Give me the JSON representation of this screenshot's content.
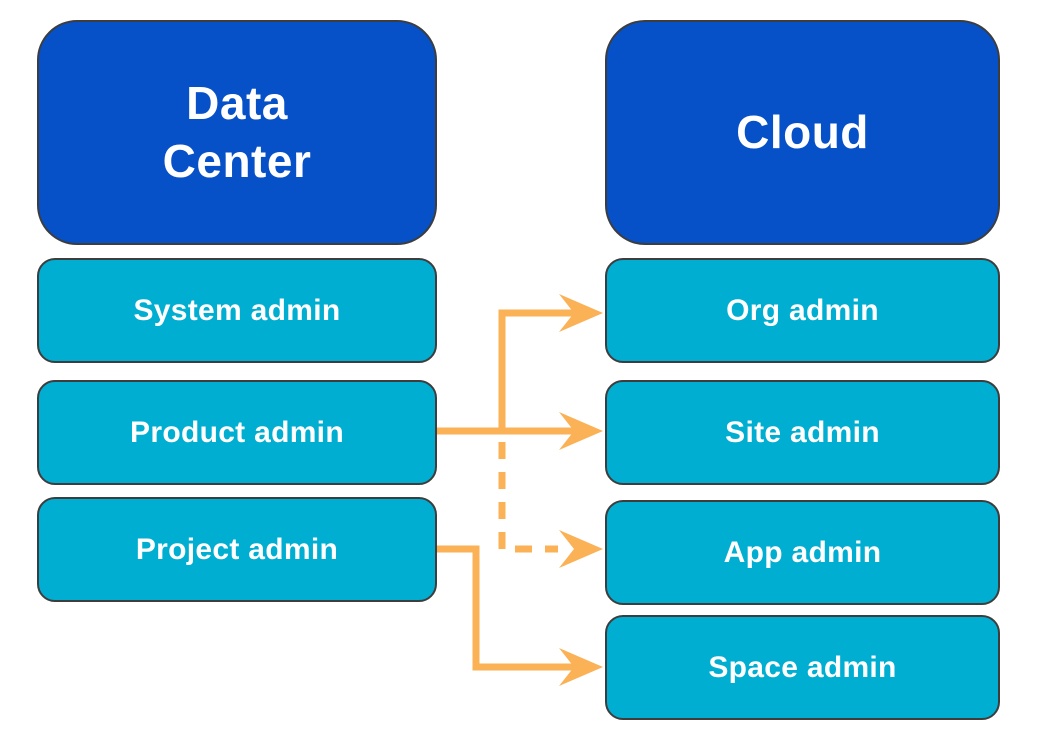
{
  "columns": {
    "datacenter": {
      "header": "Data Center",
      "items": [
        {
          "label": "System admin"
        },
        {
          "label": "Product admin"
        },
        {
          "label": "Project admin"
        }
      ]
    },
    "cloud": {
      "header": "Cloud",
      "items": [
        {
          "label": "Org admin"
        },
        {
          "label": "Site admin"
        },
        {
          "label": "App admin"
        },
        {
          "label": "Space admin"
        }
      ]
    }
  },
  "arrows": [
    {
      "from": "Product admin",
      "to": "Org admin",
      "style": "solid"
    },
    {
      "from": "Product admin",
      "to": "Site admin",
      "style": "solid"
    },
    {
      "from": "Product admin",
      "to": "App admin",
      "style": "dashed"
    },
    {
      "from": "Project admin",
      "to": "Space admin",
      "style": "solid"
    }
  ],
  "colors": {
    "canvas_bg": "#ffffff",
    "header_bg": "#0650C8",
    "item_bg": "#00AED2",
    "arrow": "#FBB156",
    "border": "#3d3d3d",
    "text": "#ffffff"
  }
}
